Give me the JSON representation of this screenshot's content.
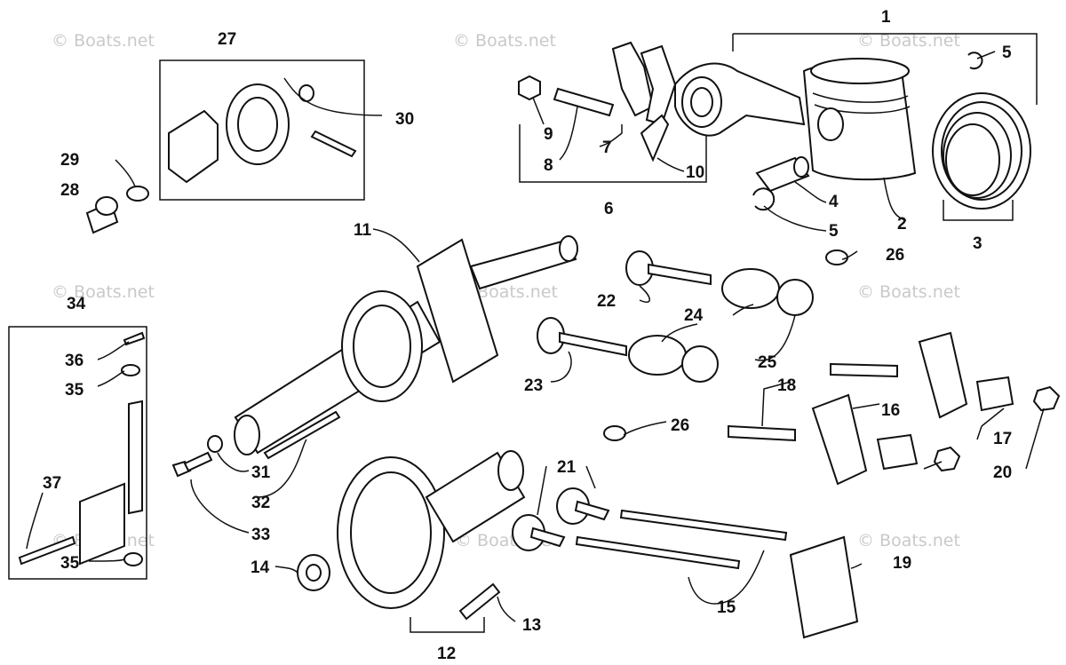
{
  "watermark": "© Boats.net",
  "callouts": [
    "1",
    "2",
    "3",
    "4",
    "5",
    "5",
    "6",
    "7",
    "8",
    "9",
    "10",
    "11",
    "12",
    "13",
    "14",
    "15",
    "16",
    "17",
    "18",
    "19",
    "20",
    "21",
    "22",
    "23",
    "24",
    "25",
    "26",
    "26",
    "27",
    "28",
    "29",
    "30",
    "31",
    "32",
    "33",
    "34",
    "35",
    "35",
    "36",
    "37"
  ]
}
